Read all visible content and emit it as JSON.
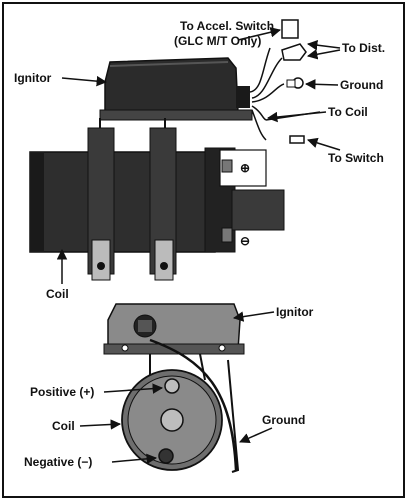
{
  "labels": {
    "to_accel_switch_line1": "To Accel. Switch",
    "to_accel_switch_line2": "(GLC M/T Only)",
    "to_dist": "To Dist.",
    "ignitor_top": "Ignitor",
    "ground_top": "Ground",
    "to_coil": "To Coil",
    "to_switch": "To Switch",
    "plus_symbol": "⊕",
    "minus_symbol": "⊖",
    "coil_top": "Coil",
    "ignitor_bottom": "Ignitor",
    "positive": "Positive (+)",
    "coil_bottom": "Coil",
    "ground_bottom": "Ground",
    "negative": "Negative (−)"
  }
}
